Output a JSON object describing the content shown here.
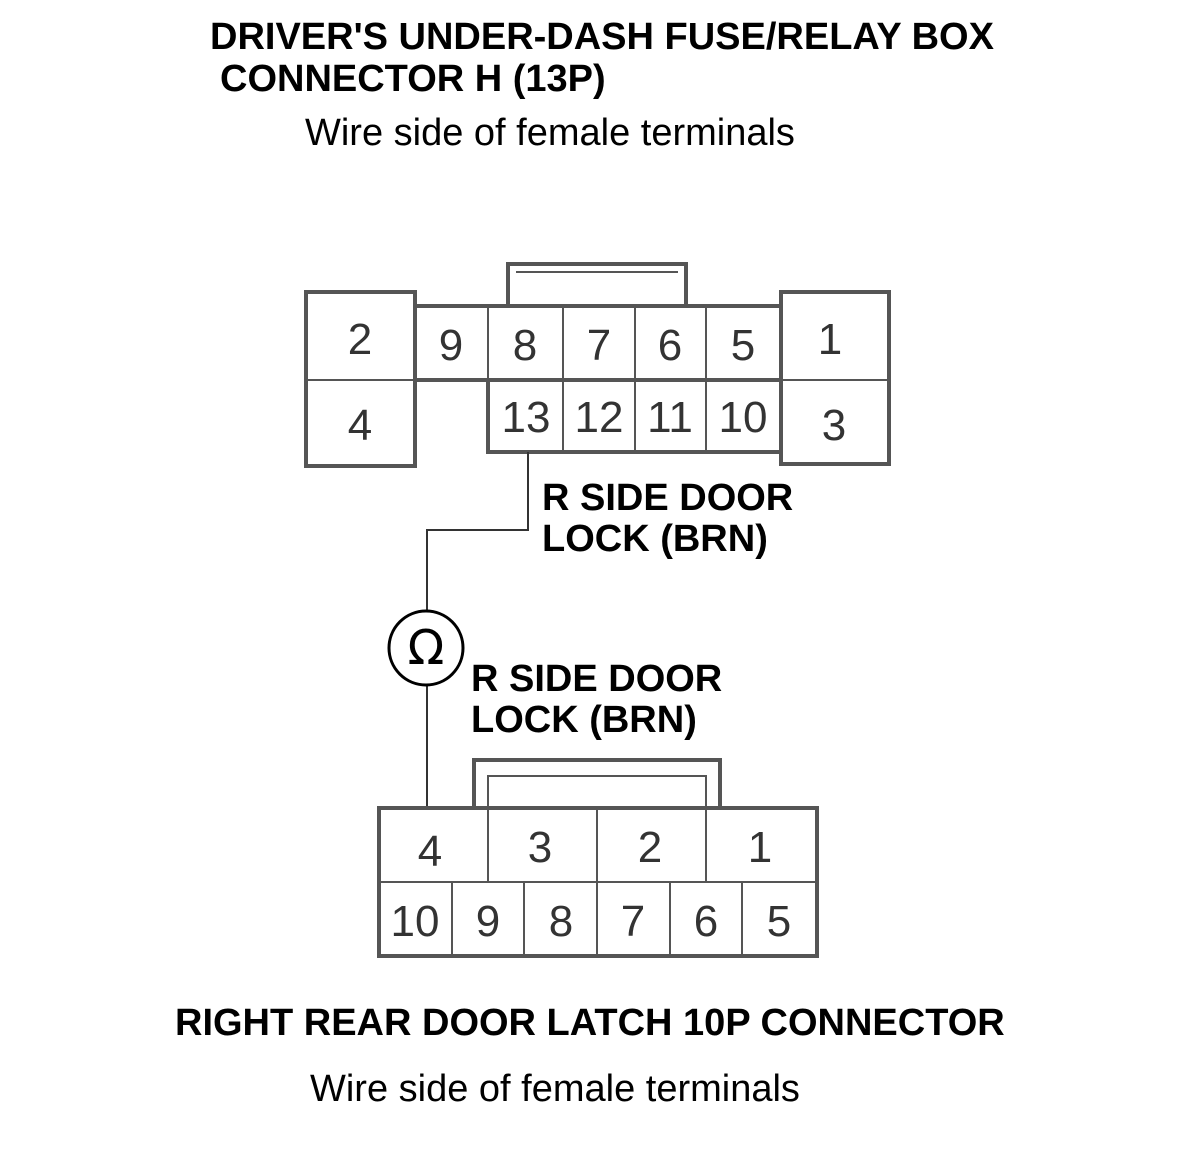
{
  "top_connector": {
    "title_line1": "DRIVER'S UNDER-DASH FUSE/RELAY BOX",
    "title_line2": "CONNECTOR H (13P)",
    "subtitle": "Wire side of female terminals",
    "pins": {
      "p1": "1",
      "p2": "2",
      "p3": "3",
      "p4": "4",
      "p5": "5",
      "p6": "6",
      "p7": "7",
      "p8": "8",
      "p9": "9",
      "p10": "10",
      "p11": "11",
      "p12": "12",
      "p13": "13"
    }
  },
  "wire_labels": {
    "upper_line1": "R SIDE DOOR",
    "upper_line2": "LOCK (BRN)",
    "lower_line1": "R SIDE DOOR",
    "lower_line2": "LOCK (BRN)"
  },
  "meter": {
    "symbol": "Ω",
    "icon": "ohmmeter-icon"
  },
  "bottom_connector": {
    "title": "RIGHT REAR DOOR LATCH 10P CONNECTOR",
    "subtitle": "Wire side of female terminals",
    "pins": {
      "p1": "1",
      "p2": "2",
      "p3": "3",
      "p4": "4",
      "p5": "5",
      "p6": "6",
      "p7": "7",
      "p8": "8",
      "p9": "9",
      "p10": "10"
    }
  }
}
